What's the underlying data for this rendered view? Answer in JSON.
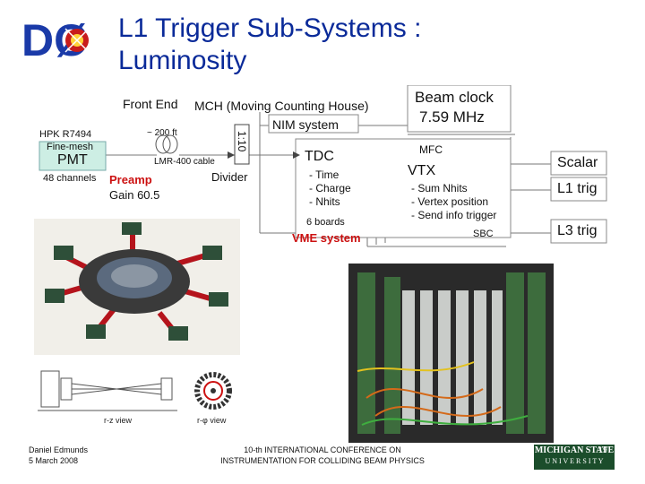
{
  "slide": {
    "title_line1": "L1 Trigger Sub-Systems :",
    "title_line2": "Luminosity",
    "logo_text": "DØ"
  },
  "diagram": {
    "front_end": "Front End",
    "mch": "MCH (Moving Counting House)",
    "beam_clock_line1": "Beam clock",
    "beam_clock_line2": "7.59 MHz",
    "hpk": "HPK R7494",
    "pmt_line1": "Fine-mesh",
    "pmt_line2": "PMT",
    "channels": "48 channels",
    "distance": "~ 200 ft",
    "cable": "LMR-400 cable",
    "ratio": "1:10",
    "nim": "NIM system",
    "mfc": "MFC",
    "tdc": "TDC",
    "tdc_items": [
      "- Time",
      "- Charge",
      "- Nhits"
    ],
    "boards": "6 boards",
    "vtx": "VTX",
    "vtx_items": [
      "- Sum Nhits",
      "- Vertex position",
      "- Send info trigger"
    ],
    "sbc": "SBC",
    "vme": "VME system",
    "preamp_line1": "Preamp",
    "preamp_line2": "Gain 60.5",
    "divider": "Divider",
    "scalar": "Scalar",
    "l1trig": "L1 trig",
    "l3trig": "L3 trig"
  },
  "schematic": {
    "rz_view": "r-z view",
    "rphi_view": "r-φ view"
  },
  "footer": {
    "author": "Daniel Edmunds",
    "date": "5 March 2008",
    "conf_line1": "10-th INTERNATIONAL CONFERENCE ON",
    "conf_line2": "INSTRUMENTATION FOR COLLIDING BEAM PHYSICS",
    "page_number": "19",
    "msu_line1": "MICHIGAN STATE",
    "msu_line2": "U N I V E R S I T Y"
  },
  "colors": {
    "title": "#0a2a99",
    "pmt_box": "#cdeee4",
    "red_label": "#cc1111",
    "msu_green": "#1b4d2b"
  }
}
